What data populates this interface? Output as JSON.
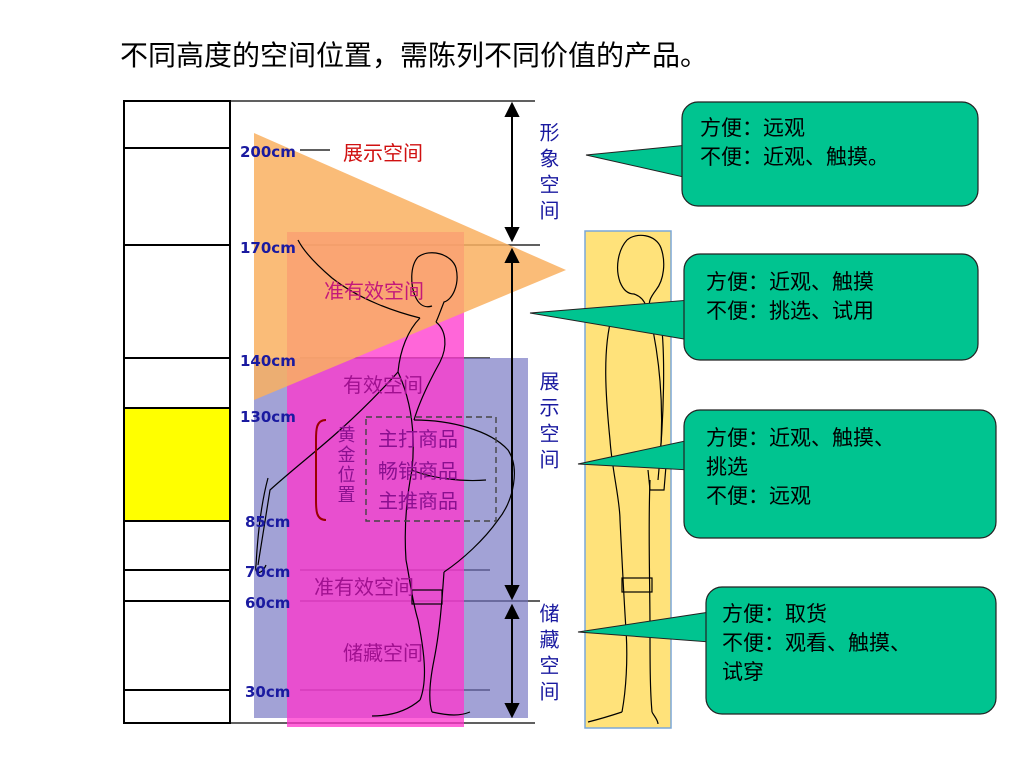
{
  "title": "不同高度的空间位置，需陈列不同价值的产品。",
  "heights": [
    "200cm",
    "170cm",
    "140cm",
    "130cm",
    "85cm",
    "70cm",
    "60cm",
    "30cm"
  ],
  "zones": {
    "display": "展示空间",
    "quasi_effective_top": "准有效空间",
    "effective": "有效空间",
    "quasi_effective_bottom": "准有效空间",
    "storage": "储藏空间",
    "golden": "黄金位置"
  },
  "products": [
    "主打商品",
    "畅销商品",
    "主推商品"
  ],
  "side_labels": {
    "image": "形象空间",
    "display": "展示空间",
    "storage": "储藏空间"
  },
  "callouts": [
    {
      "line1": "方便：远观",
      "line2": "不便：近观、触摸。",
      "line3": ""
    },
    {
      "line1": "方便：近观、触摸",
      "line2": "不便：挑选、试用",
      "line3": ""
    },
    {
      "line1": "方便：近观、触摸、",
      "line2": "挑选",
      "line3": "不便：远观"
    },
    {
      "line1": "方便：取货",
      "line2": "不便：观看、触摸、",
      "line3": "试穿"
    }
  ],
  "colors": {
    "orange": "#F9B060",
    "magenta": "#FF33CC",
    "purple": "#7070C0",
    "yellow": "#FFFF00",
    "green": "#00C490",
    "label_blue": "#1A1AA0",
    "label_red": "#D01010"
  }
}
